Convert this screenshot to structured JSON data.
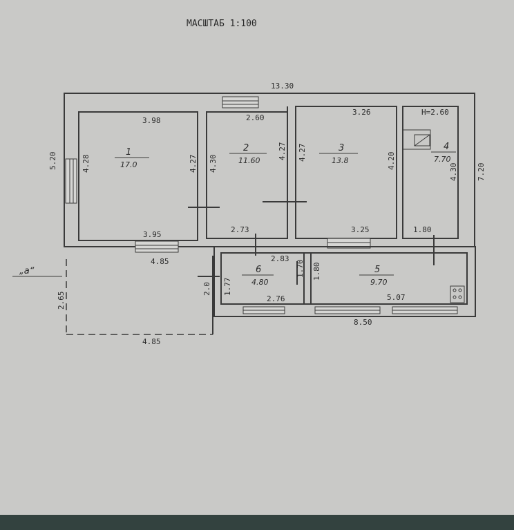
{
  "header": {
    "scale_label": "МАСШТАБ 1:100"
  },
  "dimensions": {
    "overall_width": "13.30",
    "left_height": "5.20",
    "right_height": "7.20",
    "room1_top": "3.98",
    "room1_side": "4.28",
    "room1_right": "4.27",
    "room1_bottom": "3.95",
    "room2_left": "4.30",
    "room2_top": "2.60",
    "room2_right": "4.27",
    "room3_left": "4.27",
    "room3_top": "3.26",
    "room3_right": "4.20",
    "room3_bottom": "3.25",
    "height_note": "H=2.60",
    "room4_side": "4.30",
    "room4_bottom": "1.80",
    "corridor_273": "2.73",
    "corridor_283": "2.83",
    "room6_h1": "1.70",
    "room6_h2": "1.80",
    "room6_left": "1.77",
    "room6_bottom": "2.76",
    "room5_bottom": "5.07",
    "ext_bottom": "8.50",
    "veranda_top": "4.85",
    "veranda_side": "2.65",
    "veranda_inner": "2.0",
    "veranda_bottom": "4.85",
    "veranda_label": "„a“"
  },
  "rooms": [
    {
      "number": "1",
      "area": "17.0"
    },
    {
      "number": "2",
      "area": "11.60"
    },
    {
      "number": "3",
      "area": "13.8"
    },
    {
      "number": "4",
      "area": "7.70"
    },
    {
      "number": "5",
      "area": "9.70"
    },
    {
      "number": "6",
      "area": "4.80"
    }
  ]
}
